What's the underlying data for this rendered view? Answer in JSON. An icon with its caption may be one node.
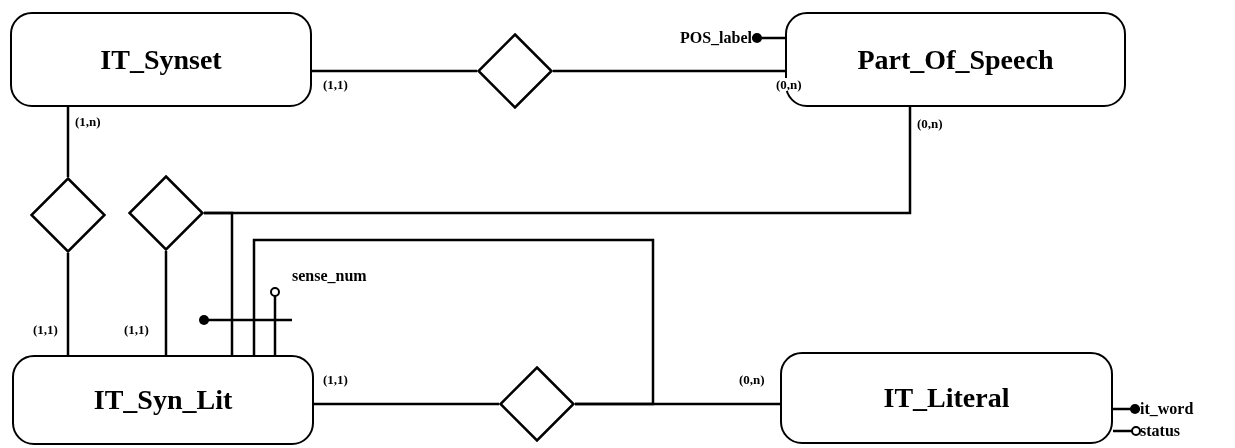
{
  "diagram": {
    "nodes": [
      {
        "text": [
          "IT_Synset"
        ]
      },
      {
        "text": [],
        "shape": "diamond"
      },
      {
        "text": [
          "Part_Of_Speech"
        ]
      },
      {
        "text": [
          "POS_label"
        ]
      },
      {
        "text": [],
        "shape": "diamond"
      },
      {
        "text": [],
        "shape": "diamond"
      },
      {
        "text": [
          "IT_Syn_Lit"
        ]
      },
      {
        "text": [],
        "shape": "diamond"
      },
      {
        "text": [
          "IT_Literal"
        ]
      },
      {
        "text": [
          "sense_num"
        ]
      },
      {
        "text": [
          "it_word"
        ]
      },
      {
        "text": [
          "status"
        ]
      }
    ],
    "edges": [
      {
        "from": 0,
        "to": 1,
        "arrow": "none",
        "label": "(1,1)"
      },
      {
        "from": 1,
        "to": 2,
        "arrow": "none",
        "label": "(0,n)"
      },
      {
        "from": 3,
        "to": 2,
        "arrow": "other"
      },
      {
        "from": 0,
        "to": 4,
        "arrow": "none",
        "label": "(1,n)"
      },
      {
        "from": 4,
        "to": 6,
        "arrow": "none",
        "label": "(1,1)"
      },
      {
        "from": 5,
        "to": 6,
        "arrow": "none",
        "label": "(1,1)"
      },
      {
        "from": 5,
        "to": 2,
        "arrow": "none",
        "label": "(0,n)"
      },
      {
        "from": 5,
        "to": 6,
        "arrow": "none"
      },
      {
        "from": 6,
        "to": 7,
        "arrow": "none",
        "label": "(1,1)"
      },
      {
        "from": 7,
        "to": 8,
        "arrow": "none",
        "label": "(0,n)"
      },
      {
        "from": 7,
        "to": 6,
        "arrow": "none"
      },
      {
        "from": 9,
        "to": 6,
        "arrow": "other"
      },
      {
        "from": 10,
        "to": 8,
        "arrow": "other"
      },
      {
        "from": 11,
        "to": 8,
        "arrow": "other"
      }
    ]
  }
}
